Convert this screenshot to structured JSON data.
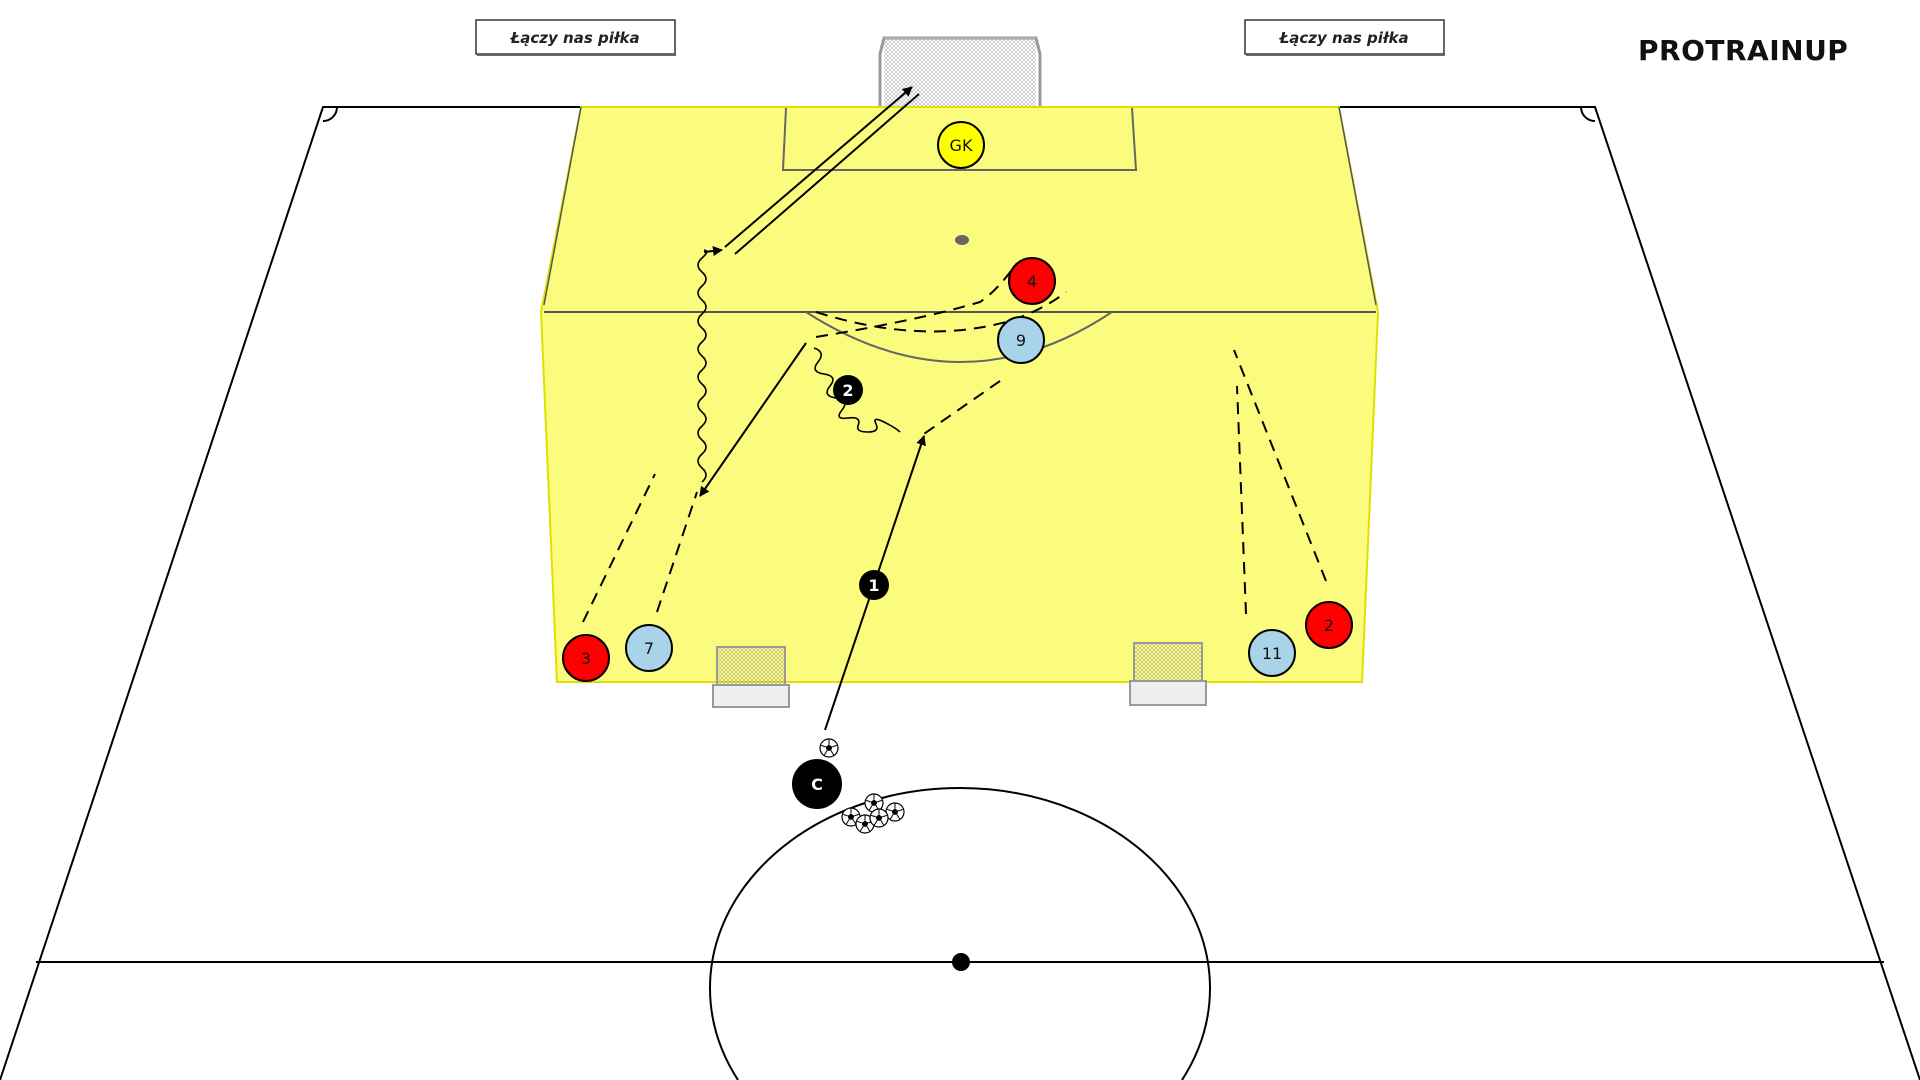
{
  "brand": {
    "logo": "PROTRAINUP"
  },
  "banners": [
    {
      "text": "Łączy nas piłka"
    },
    {
      "text": "Łączy nas piłka"
    }
  ],
  "zone": {
    "color": "#fbfc7e"
  },
  "players": {
    "goalkeeper": {
      "label": "GK",
      "color": "#ffff00"
    },
    "red": [
      {
        "label": "4",
        "color": "#ff0000"
      },
      {
        "label": "3",
        "color": "#ff0000"
      },
      {
        "label": "2",
        "color": "#ff0000"
      }
    ],
    "blue": [
      {
        "label": "9",
        "color": "#a9d3e8"
      },
      {
        "label": "7",
        "color": "#a9d3e8"
      },
      {
        "label": "11",
        "color": "#a9d3e8"
      }
    ],
    "coach": {
      "label": "C",
      "color": "#000000"
    }
  },
  "steps": [
    {
      "label": "1"
    },
    {
      "label": "2"
    }
  ],
  "icons": {
    "ball": "soccer-ball-icon",
    "mini_goal": "mini-goal-icon",
    "main_goal": "main-goal-icon"
  }
}
